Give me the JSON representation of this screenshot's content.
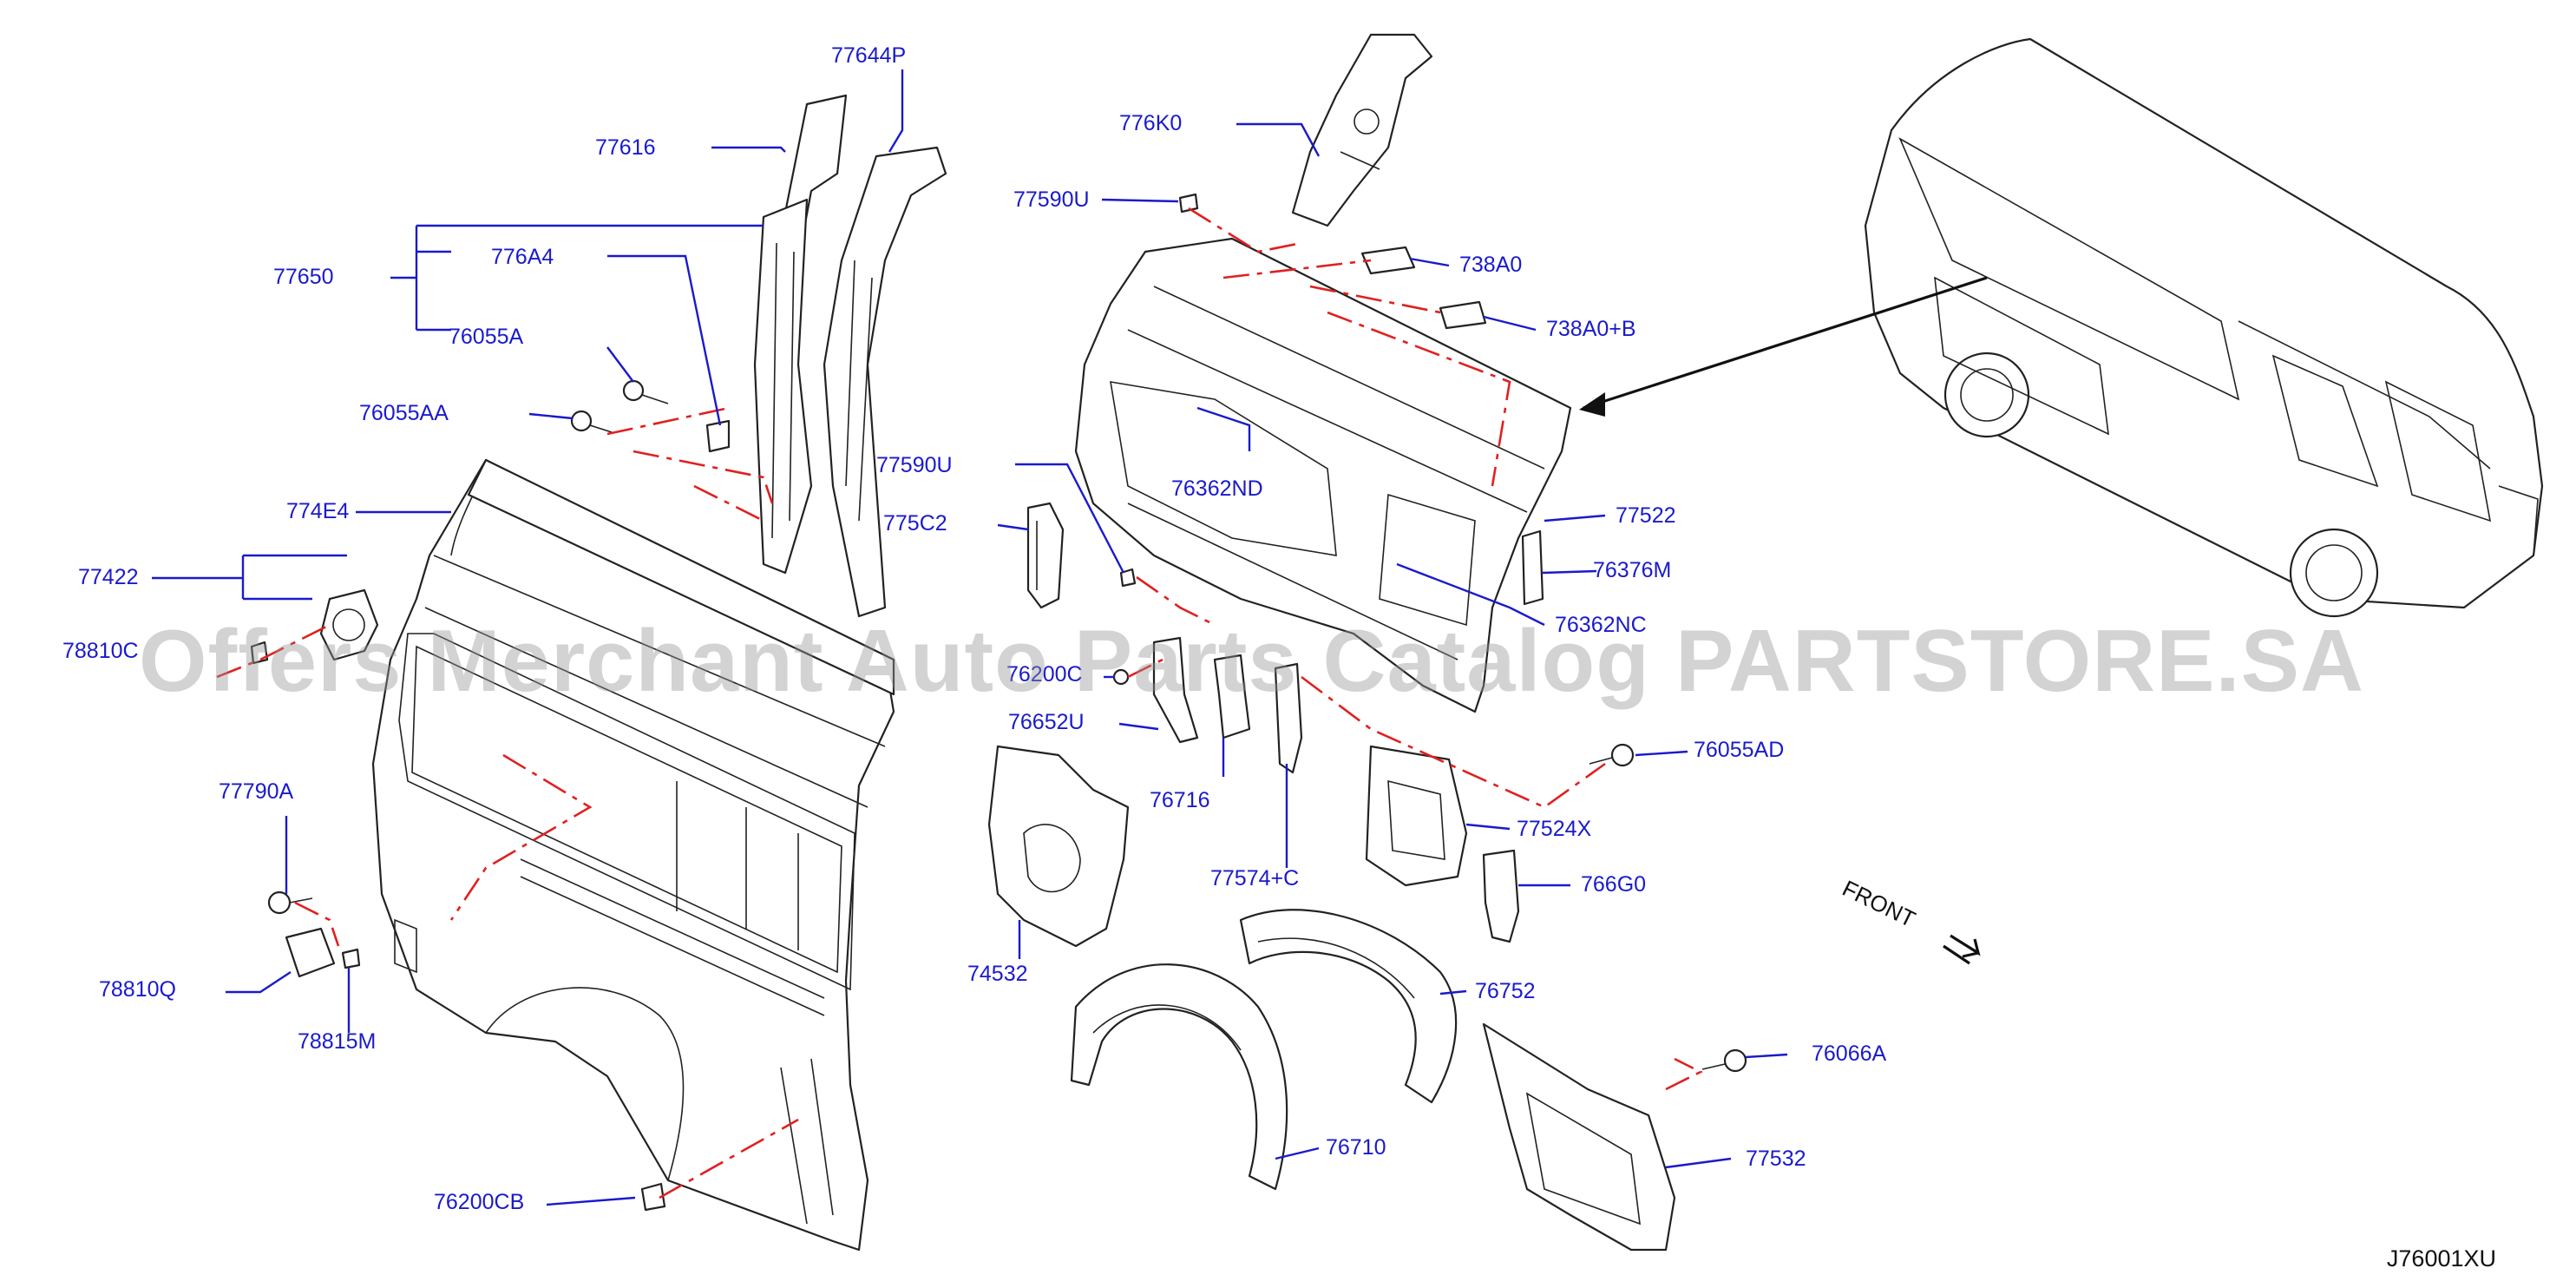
{
  "labels": [
    {
      "id": "l77644P",
      "text": "77644P"
    },
    {
      "id": "l77616",
      "text": "77616"
    },
    {
      "id": "l77650",
      "text": "77650"
    },
    {
      "id": "l776A4",
      "text": "776A4"
    },
    {
      "id": "l76055A",
      "text": "76055A"
    },
    {
      "id": "l76055AA",
      "text": "76055AA"
    },
    {
      "id": "l774E4",
      "text": "774E4"
    },
    {
      "id": "l77422",
      "text": "77422"
    },
    {
      "id": "l78810",
      "text": "78810C"
    },
    {
      "id": "l77790A",
      "text": "77790A"
    },
    {
      "id": "l78810Q",
      "text": "78810Q"
    },
    {
      "id": "l78815M",
      "text": "78815M"
    },
    {
      "id": "l76200CB",
      "text": "76200CB"
    },
    {
      "id": "l776K0",
      "text": "776K0"
    },
    {
      "id": "l77590U1",
      "text": "77590U"
    },
    {
      "id": "l738A0",
      "text": "738A0"
    },
    {
      "id": "l738A0B",
      "text": "738A0+B"
    },
    {
      "id": "l77590U2",
      "text": "77590U"
    },
    {
      "id": "l76362ND",
      "text": "76362ND"
    },
    {
      "id": "l775C2",
      "text": "775C2"
    },
    {
      "id": "l77522",
      "text": "77522"
    },
    {
      "id": "l76376M",
      "text": "76376M"
    },
    {
      "id": "l76362NC",
      "text": "76362NC"
    },
    {
      "id": "l76200C",
      "text": "76200C"
    },
    {
      "id": "l76652U",
      "text": "76652U"
    },
    {
      "id": "l76716",
      "text": "76716"
    },
    {
      "id": "l76055AD",
      "text": "76055AD"
    },
    {
      "id": "l77524X",
      "text": "77524X"
    },
    {
      "id": "l74532",
      "text": "74532"
    },
    {
      "id": "l77574C",
      "text": "77574+C"
    },
    {
      "id": "l766G0",
      "text": "766G0"
    },
    {
      "id": "l76752",
      "text": "76752"
    },
    {
      "id": "l76066A",
      "text": "76066A"
    },
    {
      "id": "l76710",
      "text": "76710"
    },
    {
      "id": "l77532",
      "text": "77532"
    }
  ],
  "front_label": "FRONT",
  "diagram_code": "J76001XU",
  "watermark": "Offers Merchant Auto Parts Catalog PARTSTORE.SA",
  "colors": {
    "label": "#1a1acc",
    "dash": "#e02020",
    "outline": "#222222"
  }
}
